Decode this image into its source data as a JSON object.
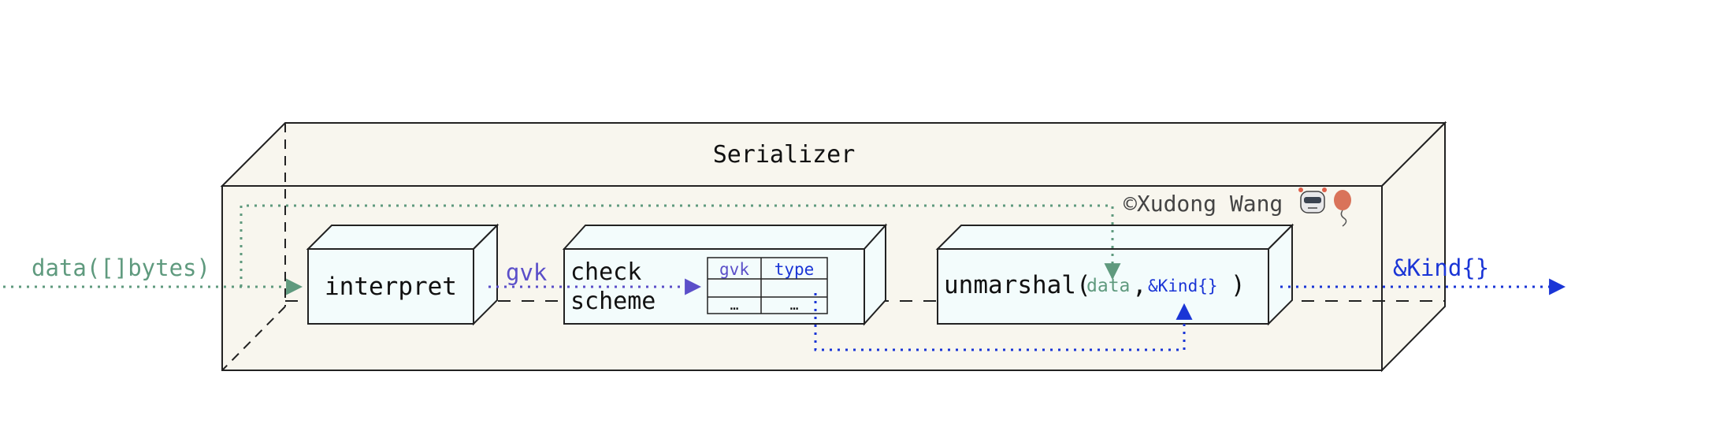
{
  "diagram": {
    "container_title": "Serializer",
    "copyright": "©Xudong Wang",
    "input_label": "data([]bytes)",
    "gvk_label": "gvk",
    "output_label": "&Kind{}",
    "interpret_label": "interpret",
    "check_label": "check",
    "scheme_label": "scheme",
    "table_headers": [
      "gvk",
      "type"
    ],
    "table_cells": [
      "…",
      "…"
    ],
    "unmarshal_prefix": "unmarshal(",
    "unmarshal_arg1": "data",
    "unmarshal_sep": ",",
    "unmarshal_arg2": "&Kind{}",
    "unmarshal_suffix": ")"
  },
  "colors": {
    "green": "#5f9a7e",
    "purple": "#5b4fc9",
    "blue": "#1a35d6",
    "container_fill": "#f8f6ee",
    "box_fill": "#f3fcfc"
  }
}
